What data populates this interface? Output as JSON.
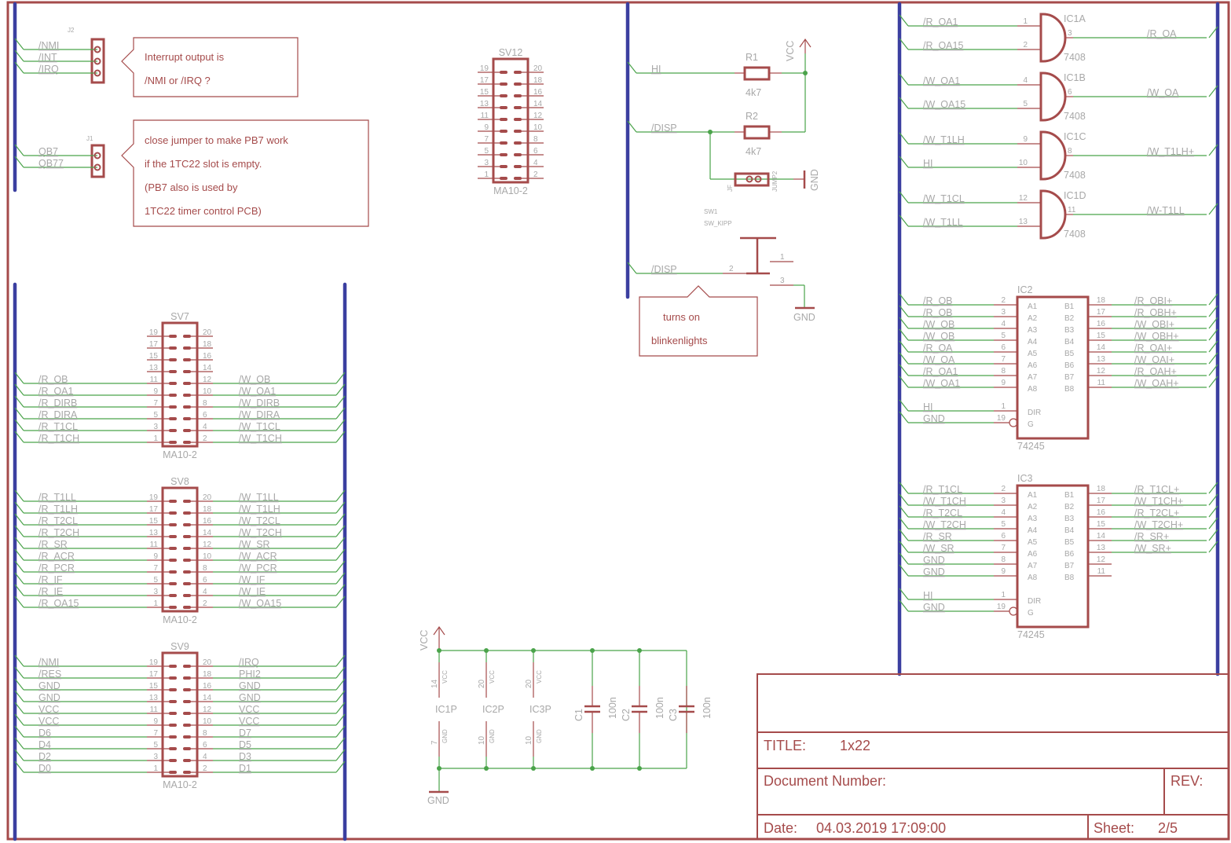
{
  "colors": {
    "frame": "#a54b4b",
    "bus": "#3b3fa0",
    "wire": "#4aa34a",
    "label": "#a8a8a8",
    "note": "#a54b4b"
  },
  "notes": {
    "interrupt": [
      "Interrupt output is",
      "/NMI or /IRQ ?"
    ],
    "jumper": [
      "close jumper to make PB7 work",
      "if the 1TC22 slot is empty.",
      "(PB7 also is used by",
      "1TC22 timer control PCB)"
    ],
    "blinken": [
      "turns on",
      "blinkenlights"
    ]
  },
  "jumpers": {
    "j2": {
      "name": "J2",
      "nets": [
        "/NMI",
        "/INT",
        "/IRQ"
      ]
    },
    "j1": {
      "name": "J1",
      "nets": [
        "QB7",
        "QB77"
      ]
    },
    "jf": {
      "name": "JF",
      "value": "JUMP2",
      "gnd": "GND"
    }
  },
  "headers": [
    {
      "id": "SV12",
      "value": "MA10-2",
      "left": [
        [
          "19",
          ""
        ],
        [
          "17",
          ""
        ],
        [
          "15",
          ""
        ],
        [
          "13",
          ""
        ],
        [
          "11",
          ""
        ],
        [
          "9",
          ""
        ],
        [
          "7",
          ""
        ],
        [
          "5",
          ""
        ],
        [
          "3",
          ""
        ],
        [
          "1",
          ""
        ]
      ],
      "right": [
        [
          "20",
          ""
        ],
        [
          "18",
          ""
        ],
        [
          "16",
          ""
        ],
        [
          "14",
          ""
        ],
        [
          "12",
          ""
        ],
        [
          "10",
          ""
        ],
        [
          "8",
          ""
        ],
        [
          "6",
          ""
        ],
        [
          "4",
          ""
        ],
        [
          "2",
          ""
        ]
      ]
    },
    {
      "id": "SV7",
      "value": "MA10-2",
      "left": [
        [
          "19",
          ""
        ],
        [
          "17",
          ""
        ],
        [
          "15",
          ""
        ],
        [
          "13",
          ""
        ],
        [
          "11",
          "/R_OB"
        ],
        [
          "9",
          "/R_OA1"
        ],
        [
          "7",
          "/R_DIRB"
        ],
        [
          "5",
          "/R_DIRA"
        ],
        [
          "3",
          "/R_T1CL"
        ],
        [
          "1",
          "/R_T1CH"
        ]
      ],
      "right": [
        [
          "20",
          ""
        ],
        [
          "18",
          ""
        ],
        [
          "16",
          ""
        ],
        [
          "14",
          ""
        ],
        [
          "12",
          "/W_OB"
        ],
        [
          "10",
          "/W_OA1"
        ],
        [
          "8",
          "/W_DIRB"
        ],
        [
          "6",
          "/W_DIRA"
        ],
        [
          "4",
          "/W_T1CL"
        ],
        [
          "2",
          "/W_T1CH"
        ]
      ]
    },
    {
      "id": "SV8",
      "value": "MA10-2",
      "left": [
        [
          "19",
          "/R_T1LL"
        ],
        [
          "17",
          "/R_T1LH"
        ],
        [
          "15",
          "/R_T2CL"
        ],
        [
          "13",
          "/R_T2CH"
        ],
        [
          "11",
          "/R_SR"
        ],
        [
          "9",
          "/R_ACR"
        ],
        [
          "7",
          "/R_PCR"
        ],
        [
          "5",
          "/R_IF"
        ],
        [
          "3",
          "/R_IE"
        ],
        [
          "1",
          "/R_OA15"
        ]
      ],
      "right": [
        [
          "20",
          "/W_T1LL"
        ],
        [
          "18",
          "/W_T1LH"
        ],
        [
          "16",
          "/W_T2CL"
        ],
        [
          "14",
          "/W_T2CH"
        ],
        [
          "12",
          "/W_SR"
        ],
        [
          "10",
          "/W_ACR"
        ],
        [
          "8",
          "/W_PCR"
        ],
        [
          "6",
          "/W_IF"
        ],
        [
          "4",
          "/W_IE"
        ],
        [
          "2",
          "/W_OA15"
        ]
      ]
    },
    {
      "id": "SV9",
      "value": "MA10-2",
      "left": [
        [
          "19",
          "/NMI"
        ],
        [
          "17",
          "/RES"
        ],
        [
          "15",
          "GND"
        ],
        [
          "13",
          "GND"
        ],
        [
          "11",
          "VCC"
        ],
        [
          "9",
          "VCC"
        ],
        [
          "7",
          "D6"
        ],
        [
          "5",
          "D4"
        ],
        [
          "3",
          "D2"
        ],
        [
          "1",
          "D0"
        ]
      ],
      "right": [
        [
          "20",
          "/IRQ"
        ],
        [
          "18",
          "PHI2"
        ],
        [
          "16",
          "GND"
        ],
        [
          "14",
          "GND"
        ],
        [
          "12",
          "VCC"
        ],
        [
          "10",
          "VCC"
        ],
        [
          "8",
          "D7"
        ],
        [
          "6",
          "D5"
        ],
        [
          "4",
          "D3"
        ],
        [
          "2",
          "D1"
        ]
      ]
    }
  ],
  "pullups": {
    "vcc": "VCC",
    "r1": {
      "name": "R1",
      "value": "4k7",
      "net": "HI"
    },
    "r2": {
      "name": "R2",
      "value": "4k7",
      "net": "/DISP"
    },
    "sw": {
      "name": "SW1",
      "value": "SW_KIPP",
      "net": "/DISP",
      "pins": [
        "1",
        "2",
        "3"
      ],
      "gnd": "GND"
    }
  },
  "gates": [
    {
      "name": "IC1A",
      "value": "7408",
      "in": [
        [
          "1",
          "/R_OA1"
        ],
        [
          "2",
          "/R_OA15"
        ]
      ],
      "out": [
        "3",
        "/R_OA"
      ]
    },
    {
      "name": "IC1B",
      "value": "7408",
      "in": [
        [
          "4",
          "/W_OA1"
        ],
        [
          "5",
          "/W_OA15"
        ]
      ],
      "out": [
        "6",
        "/W_OA"
      ]
    },
    {
      "name": "IC1C",
      "value": "7408",
      "in": [
        [
          "9",
          "/W_T1LH"
        ],
        [
          "10",
          "HI"
        ]
      ],
      "out": [
        "8",
        "/W_T1LH+"
      ]
    },
    {
      "name": "IC1D",
      "value": "7408",
      "in": [
        [
          "12",
          "/W_T1CL"
        ],
        [
          "13",
          "/W_T1LL"
        ]
      ],
      "out": [
        "11",
        "/W-T1LL"
      ]
    }
  ],
  "buffers": [
    {
      "name": "IC2",
      "value": "74245",
      "a": [
        [
          "2",
          "A1",
          "/R_OB"
        ],
        [
          "3",
          "A2",
          "/R_OB"
        ],
        [
          "4",
          "A3",
          "/W_OB"
        ],
        [
          "5",
          "A4",
          "/W_OB"
        ],
        [
          "6",
          "A5",
          "/R_OA"
        ],
        [
          "7",
          "A6",
          "/W_OA"
        ],
        [
          "8",
          "A7",
          "/R_OA1"
        ],
        [
          "9",
          "A8",
          "/W_OA1"
        ]
      ],
      "b": [
        [
          "18",
          "B1",
          "/R_OBI+"
        ],
        [
          "17",
          "B2",
          "/R_OBH+"
        ],
        [
          "16",
          "B3",
          "/W_OBI+"
        ],
        [
          "15",
          "B4",
          "/W_OBH+"
        ],
        [
          "14",
          "B5",
          "/R_OAI+"
        ],
        [
          "13",
          "B6",
          "/W_OAI+"
        ],
        [
          "12",
          "B7",
          "/R_OAH+"
        ],
        [
          "11",
          "B8",
          "/W_OAH+"
        ]
      ],
      "ctl": [
        [
          "1",
          "DIR",
          "HI"
        ],
        [
          "19",
          "G",
          "GND"
        ]
      ]
    },
    {
      "name": "IC3",
      "value": "74245",
      "a": [
        [
          "2",
          "A1",
          "/R_T1CL"
        ],
        [
          "3",
          "A2",
          "/W_T1CH"
        ],
        [
          "4",
          "A3",
          "/R_T2CL"
        ],
        [
          "5",
          "A4",
          "/W_T2CH"
        ],
        [
          "6",
          "A5",
          "/R_SR"
        ],
        [
          "7",
          "A6",
          "/W_SR"
        ],
        [
          "8",
          "A7",
          "GND"
        ],
        [
          "9",
          "A8",
          "GND"
        ]
      ],
      "b": [
        [
          "18",
          "B1",
          "/R_T1CL+"
        ],
        [
          "17",
          "B2",
          "/W_T1CH+"
        ],
        [
          "16",
          "B3",
          "/R_T2CL+"
        ],
        [
          "15",
          "B4",
          "/W_T2CH+"
        ],
        [
          "14",
          "B5",
          "/R_SR+"
        ],
        [
          "13",
          "B6",
          "/W_SR+"
        ],
        [
          "12",
          "B7",
          ""
        ],
        [
          "11",
          "B8",
          ""
        ]
      ],
      "ctl": [
        [
          "1",
          "DIR",
          "HI"
        ],
        [
          "19",
          "G",
          "GND"
        ]
      ]
    }
  ],
  "power": {
    "vcc": "VCC",
    "gnd": "GND",
    "ics": [
      {
        "name": "IC1P",
        "vcc_pin": "14",
        "gnd_pin": "7",
        "vcc_lbl": "VCC",
        "gnd_lbl": "GND"
      },
      {
        "name": "IC2P",
        "vcc_pin": "20",
        "gnd_pin": "10",
        "vcc_lbl": "VCC",
        "gnd_lbl": "GND"
      },
      {
        "name": "IC3P",
        "vcc_pin": "20",
        "gnd_pin": "10",
        "vcc_lbl": "VCC",
        "gnd_lbl": "GND"
      }
    ],
    "caps": [
      {
        "name": "C1",
        "value": "100n"
      },
      {
        "name": "C2",
        "value": "100n"
      },
      {
        "name": "C3",
        "value": "100n"
      }
    ]
  },
  "title_block": {
    "title_label": "TITLE:",
    "title": "1x22",
    "doc_label": "Document Number:",
    "doc_number": "",
    "rev_label": "REV:",
    "rev": "",
    "date_label": "Date:",
    "date": "04.03.2019 17:09:00",
    "sheet_label": "Sheet:",
    "sheet": "2/5"
  }
}
